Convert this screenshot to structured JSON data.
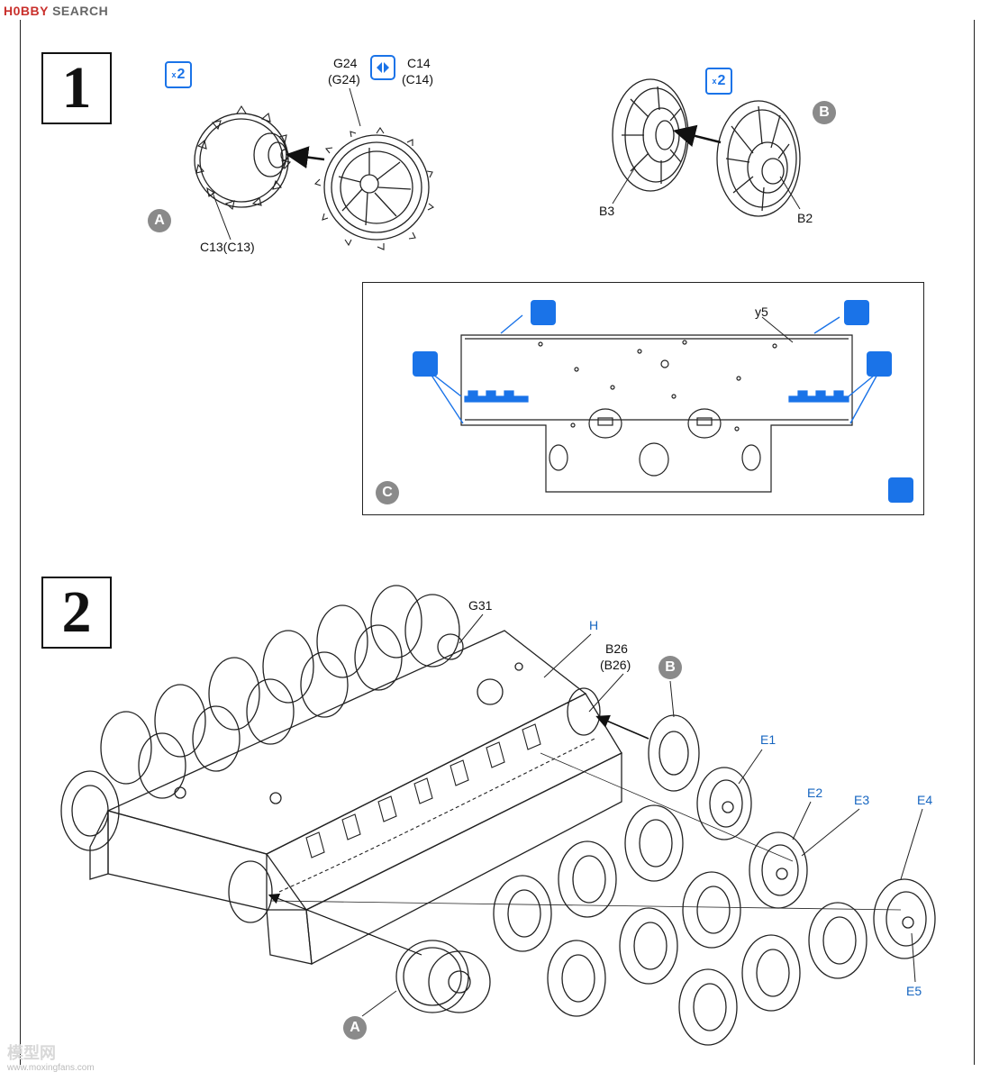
{
  "watermark": {
    "brand_red": "H0BBY",
    "brand_gray": "SEARCH",
    "bottom_cn": "模型网",
    "bottom_url": "www.moxingfans.com"
  },
  "steps": [
    {
      "number": "1"
    },
    {
      "number": "2"
    }
  ],
  "step1": {
    "badge_multiplier_left": "2",
    "badge_multiplier_right": "2",
    "badge_x": "x",
    "label_g24": "G24",
    "label_g24_alt": "(G24)",
    "label_c14": "C14",
    "label_c14_alt": "(C14)",
    "label_c13": "C13(C13)",
    "label_b3": "B3",
    "label_b2": "B2",
    "callout_a": "A",
    "callout_b": "B"
  },
  "detail_c": {
    "label_y5": "y5",
    "callout_c": "C"
  },
  "step2": {
    "label_g31": "G31",
    "label_h": "H",
    "label_b26": "B26",
    "label_b26_alt": "(B26)",
    "callout_b": "B",
    "callout_a": "A",
    "label_e1": "E1",
    "label_e2": "E2",
    "label_e3": "E3",
    "label_e4": "E4",
    "label_e5": "E5"
  },
  "colors": {
    "accent_blue": "#1a73e8",
    "callout_gray": "#8a8a8a",
    "line": "#222222"
  },
  "icons": [
    "swap-parts-icon",
    "cement-glue-icon",
    "paint-brush-icon"
  ]
}
